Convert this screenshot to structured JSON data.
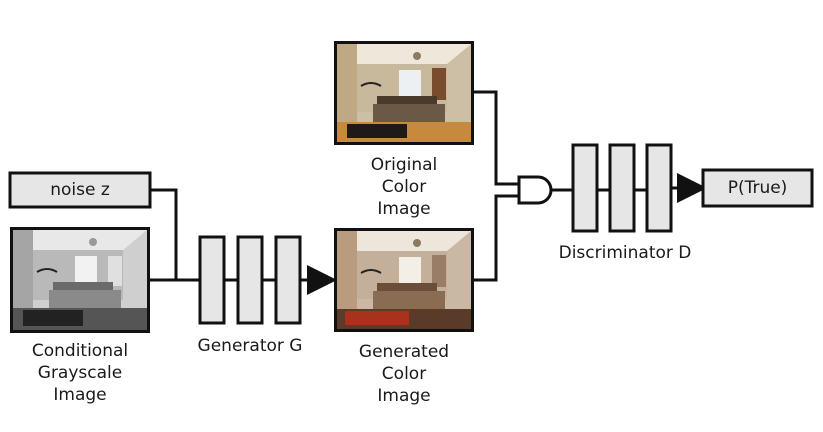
{
  "noise_label": "noise z",
  "output_label": "P(True)",
  "conditional_image": {
    "line1": "Conditional",
    "line2": "Grayscale",
    "line3": "Image"
  },
  "generator_label": "Generator G",
  "generated_image": {
    "line1": "Generated",
    "line2": "Color",
    "line3": "Image"
  },
  "original_image": {
    "line1": "Original",
    "line2": "Color",
    "line3": "Image"
  },
  "discriminator_label": "Discriminator D",
  "colors": {
    "layer_fill": "#e6e6e6",
    "stroke": "#111111"
  }
}
